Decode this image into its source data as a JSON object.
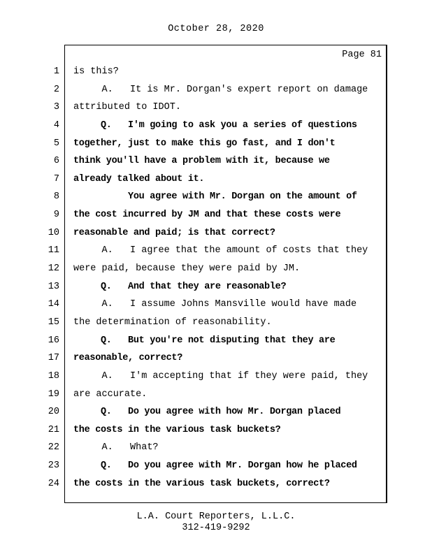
{
  "header": {
    "date": "October 28, 2020",
    "page_label": "Page 81"
  },
  "transcript": {
    "lines": [
      {
        "n": "1",
        "text": "is this?",
        "bold": false
      },
      {
        "n": "2",
        "text": "     A.   It is Mr. Dorgan's expert report on damage",
        "bold": false
      },
      {
        "n": "3",
        "text": "attributed to IDOT.",
        "bold": false
      },
      {
        "n": "4",
        "text": "     Q.   I'm going to ask you a series of questions",
        "bold": true
      },
      {
        "n": "5",
        "text": "together, just to make this go fast, and I don't",
        "bold": true
      },
      {
        "n": "6",
        "text": "think you'll have a problem with it, because we",
        "bold": true
      },
      {
        "n": "7",
        "text": "already talked about it.",
        "bold": true
      },
      {
        "n": "8",
        "text": "          You agree with Mr. Dorgan on the amount of",
        "bold": true
      },
      {
        "n": "9",
        "text": "the cost incurred by JM and that these costs were",
        "bold": true
      },
      {
        "n": "10",
        "text": "reasonable and paid; is that correct?",
        "bold": true
      },
      {
        "n": "11",
        "text": "     A.   I agree that the amount of costs that they",
        "bold": false
      },
      {
        "n": "12",
        "text": "were paid, because they were paid by JM.",
        "bold": false
      },
      {
        "n": "13",
        "text": "     Q.   And that they are reasonable?",
        "bold": true
      },
      {
        "n": "14",
        "text": "     A.   I assume Johns Mansville would have made",
        "bold": false
      },
      {
        "n": "15",
        "text": "the determination of reasonability.",
        "bold": false
      },
      {
        "n": "16",
        "text": "     Q.   But you're not disputing that they are",
        "bold": true
      },
      {
        "n": "17",
        "text": "reasonable, correct?",
        "bold": true
      },
      {
        "n": "18",
        "text": "     A.   I'm accepting that if they were paid, they",
        "bold": false
      },
      {
        "n": "19",
        "text": "are accurate.",
        "bold": false
      },
      {
        "n": "20",
        "text": "     Q.   Do you agree with how Mr. Dorgan placed",
        "bold": true
      },
      {
        "n": "21",
        "text": "the costs in the various task buckets?",
        "bold": true
      },
      {
        "n": "22",
        "text": "     A.   What?",
        "bold": false
      },
      {
        "n": "23",
        "text": "     Q.   Do you agree with Mr. Dorgan how he placed",
        "bold": true
      },
      {
        "n": "24",
        "text": "the costs in the various task buckets, correct?",
        "bold": true
      }
    ]
  },
  "footer": {
    "company": "L.A. Court Reporters, L.L.C.",
    "phone": "312-419-9292"
  }
}
